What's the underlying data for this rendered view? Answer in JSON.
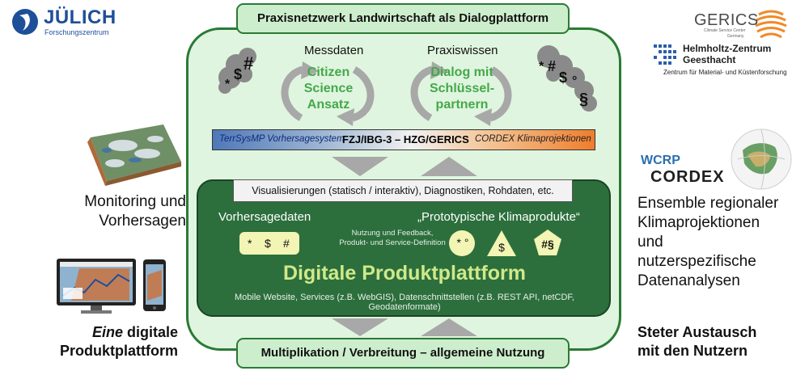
{
  "logos": {
    "juelich_name": "JÜLICH",
    "juelich_sub": "Forschungszentrum",
    "gerics_name": "GERICS",
    "gerics_sub1": "Climate Service Center",
    "gerics_sub2": "Germany",
    "hzg_line1": "Helmholtz-Zentrum",
    "hzg_line2": "Geesthacht",
    "hzg_sub": "Zentrum für Material- und Küstenforschung",
    "wcrp": "WCRP",
    "cordex": "CORDEX"
  },
  "network_title": "Praxisnetzwerk Landwirtschaft als Dialogplattform",
  "left_column": {
    "heading": "Messdaten",
    "cycle_line1": "Citizen",
    "cycle_line2": "Science",
    "cycle_line3": "Ansatz",
    "cloud_symbols": [
      "$",
      "#",
      "*"
    ]
  },
  "right_column": {
    "heading": "Praxiswissen",
    "cycle_line1": "Dialog mit",
    "cycle_line2": "Schlüssel-",
    "cycle_line3": "partnern",
    "cloud_symbols": [
      "*",
      "#",
      "$",
      "°",
      "§"
    ]
  },
  "band": {
    "left": "TerrSysMP Vorhersagesystem",
    "center": "FZJ/IBG-3 – HZG/GERICS",
    "right": "CORDEX Klimaprojektionen"
  },
  "platform": {
    "viz_bar": "Visualisierungen (statisch / interaktiv), Diagnostiken, Rohdaten, etc.",
    "left_label": "Vorhersagedaten",
    "right_label": "„Prototypische Klimaprodukte“",
    "feedback_line1": "Nutzung und Feedback,",
    "feedback_line2": "Produkt- und Service-Definition",
    "box_symbols": [
      "*",
      "$",
      "#"
    ],
    "circle_symbol": "* °",
    "triangle_symbol": "$",
    "pentagon_symbol": "#§",
    "title": "Digitale Produktplattform",
    "subtitle": "Mobile Website, Services (z.B. WebGIS), Datenschnittstellen (z.B. REST API, netCDF, Geodatenformate)"
  },
  "bottom_title": "Multiplikation / Verbreitung – allgemeine Nutzung",
  "left_captions": {
    "monitoring_line1": "Monitoring und",
    "monitoring_line2": "Vorhersagen",
    "eine": "Eine",
    "digitale": " digitale",
    "produktplattform": "Produktplattform"
  },
  "right_captions": {
    "ensemble_lines": [
      "Ensemble regionaler",
      "Klimaprojektionen",
      "und",
      "nutzerspezifische",
      "Datenanalysen"
    ],
    "austausch_line1": "Steter Austausch",
    "austausch_line2": "mit den Nutzern"
  },
  "colors": {
    "panel_fill": "#dff5df",
    "panel_border": "#2b7a35",
    "platform_fill": "#2c6f3c",
    "cycle_text": "#45a84a",
    "product_title": "#cfe98a",
    "arrow_gray": "#a8a8a8"
  }
}
